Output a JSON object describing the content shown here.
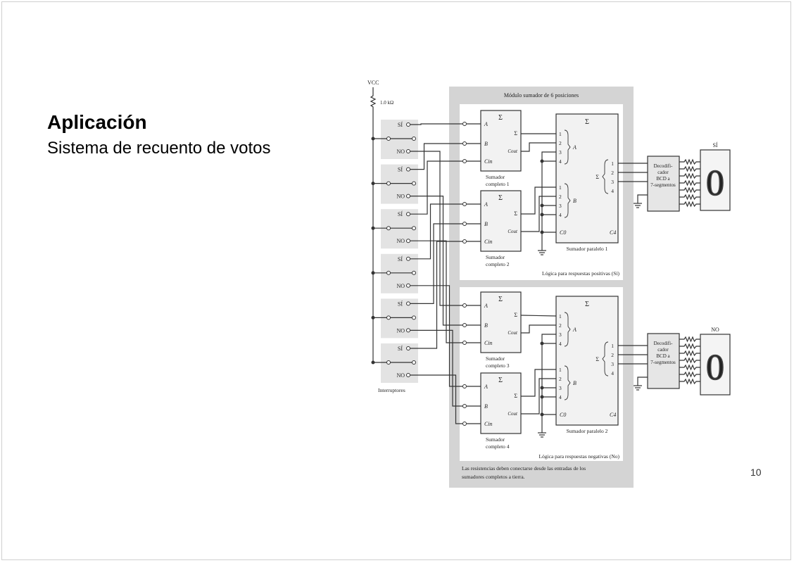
{
  "slide": {
    "title": "Aplicación",
    "subtitle": "Sistema de recuento de votos",
    "page_number": "10"
  },
  "diagram": {
    "vcc_label": "VCC",
    "resistor_label": "1.0 kΩ",
    "module_title": "Módulo sumador de 6 posiciones",
    "switch_yes": "SÍ",
    "switch_no": "NO",
    "switches_label": "Interruptores",
    "sigma": "Σ",
    "adder_inputs": [
      "A",
      "B",
      "Cin"
    ],
    "adder_cout": "Cout",
    "full_adders": [
      [
        "Sumador",
        "completo 1"
      ],
      [
        "Sumador",
        "completo 2"
      ],
      [
        "Sumador",
        "completo 3"
      ],
      [
        "Sumador",
        "completo 4"
      ]
    ],
    "parallel_adders": [
      "Sumador paralelo 1",
      "Sumador paralelo 2"
    ],
    "pa_pins": [
      "1",
      "2",
      "3",
      "4"
    ],
    "pa_group_a": "A",
    "pa_group_b": "B",
    "pa_c0": "C0",
    "pa_c4": "C4",
    "logic_positive": "Lógica para respuestas positivas (Sí)",
    "logic_negative": "Lógica para respuestas negativas (No)",
    "decoder_label": [
      "Decodifi-",
      "cador",
      "BCD a",
      "7-segmentos"
    ],
    "display_yes": "SÍ",
    "display_no": "NO",
    "display_value": "0",
    "note": [
      "Las resistencias deben conectarse desde las entradas de los",
      "sumadores completos a tierra."
    ]
  }
}
